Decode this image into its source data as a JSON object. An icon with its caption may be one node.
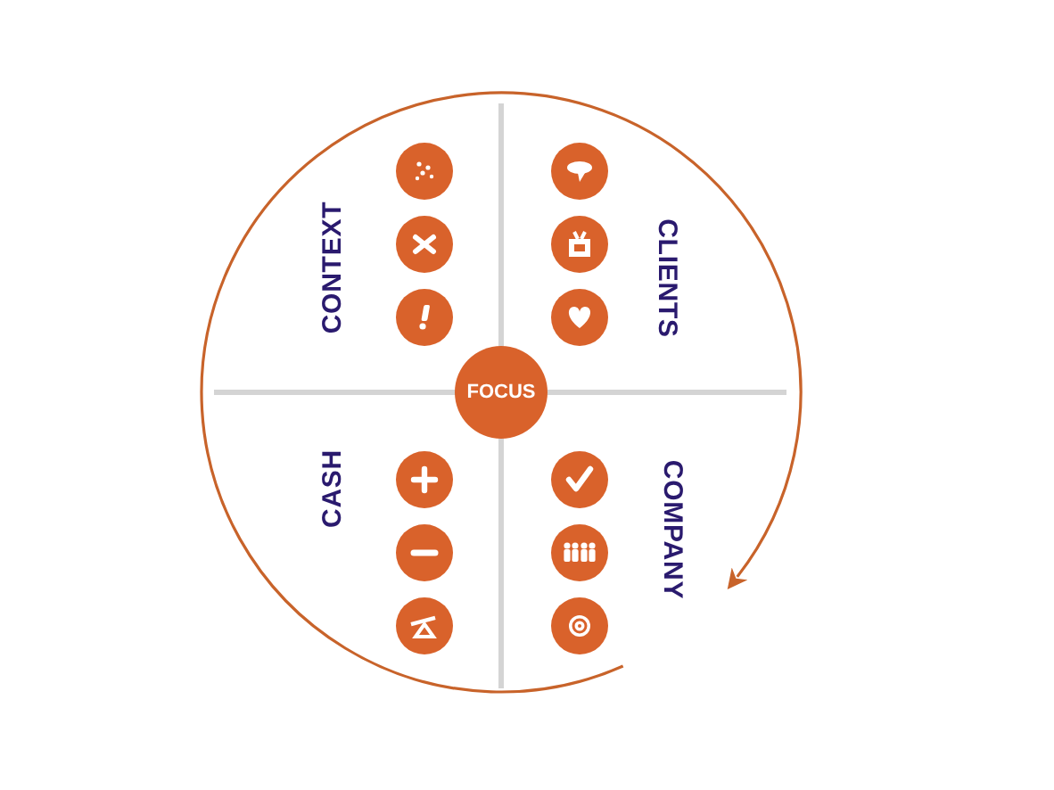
{
  "diagram": {
    "nodes": [
      {
        "text": [
          "FOCUS"
        ]
      }
    ],
    "labels": [
      "CONTEXT",
      "CLIENTS",
      "CASH",
      "COMPANY"
    ]
  }
}
